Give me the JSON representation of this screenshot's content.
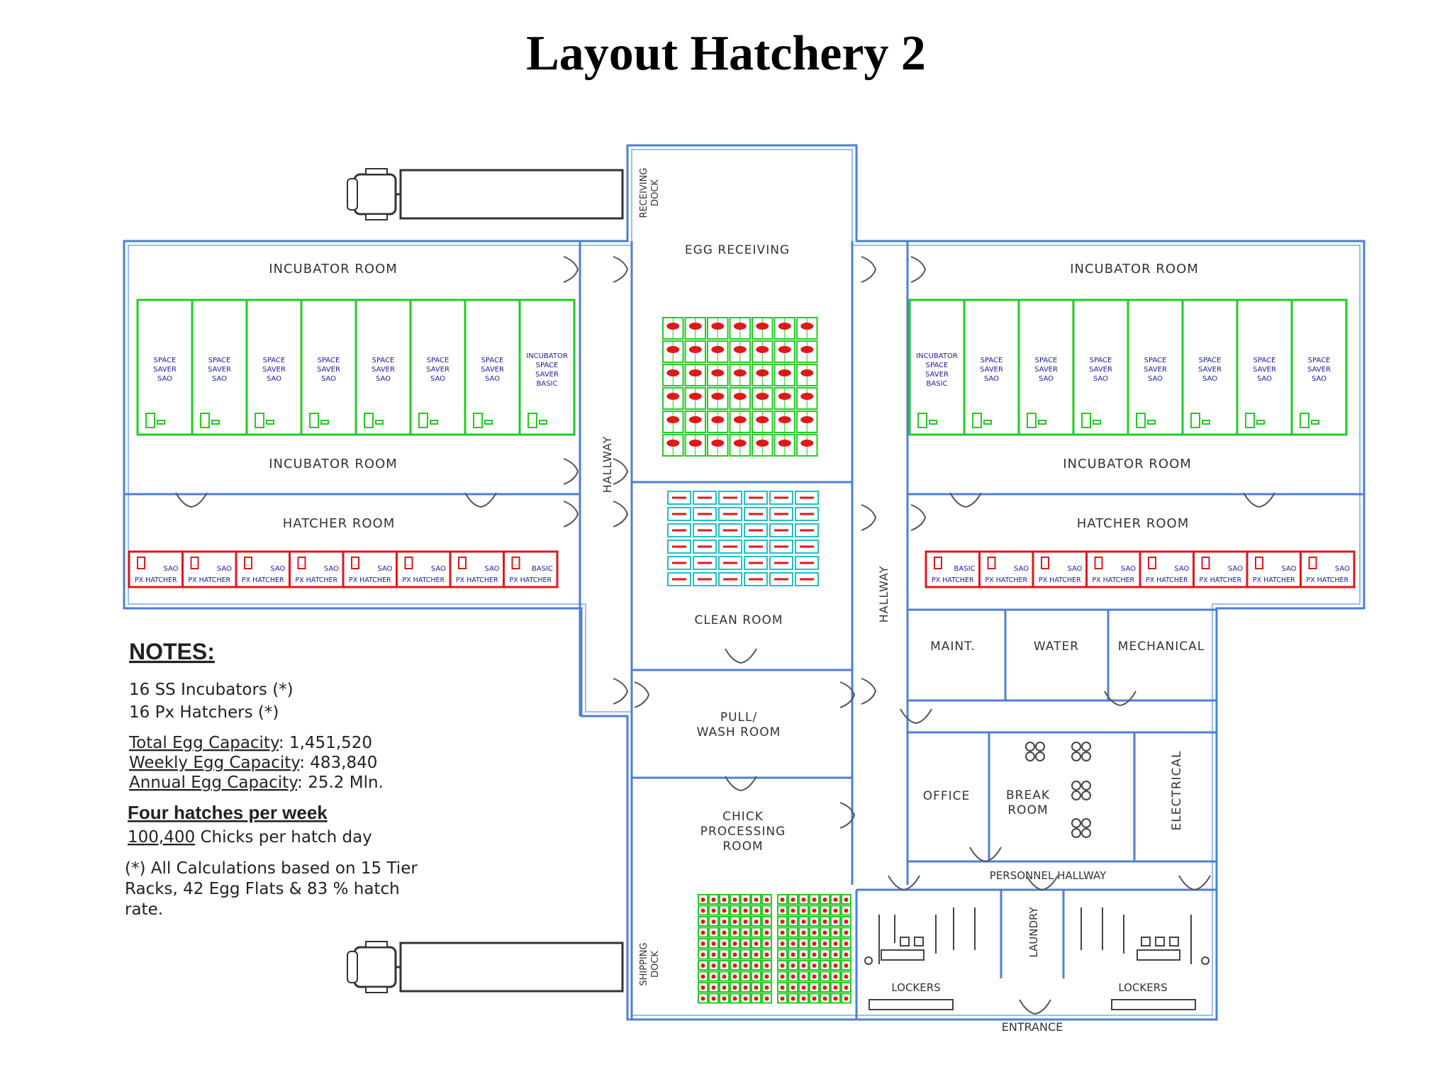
{
  "title": "Layout  Hatchery 2",
  "rooms": {
    "incubator_room": "INCUBATOR  ROOM",
    "hatcher_room": "HATCHER  ROOM",
    "egg_receiving": "EGG  RECEIVING",
    "receiving_dock": [
      "RECEIVING",
      "DOCK"
    ],
    "hallway": "HALLWAY",
    "clean_room": "CLEAN  ROOM",
    "pull_wash_room": [
      "PULL/",
      "WASH  ROOM"
    ],
    "chick_processing_room": [
      "CHICK",
      "PROCESSING",
      "ROOM"
    ],
    "shipping_dock": [
      "SHIPPING",
      "DOCK"
    ],
    "maint": "MAINT.",
    "water": "WATER",
    "mechanical": "MECHANICAL",
    "office": "OFFICE",
    "break_room": [
      "BREAK",
      "ROOM"
    ],
    "electrical": "ELECTRICAL",
    "personnel_hallway": "PERSONNEL  HALLWAY",
    "laundry": "LAUNDRY",
    "lockers": "LOCKERS",
    "entrance": "ENTRANCE"
  },
  "incubators_left": [
    [
      "SPACE",
      "SAVER",
      "SAO"
    ],
    [
      "SPACE",
      "SAVER",
      "SAO"
    ],
    [
      "SPACE",
      "SAVER",
      "SAO"
    ],
    [
      "SPACE",
      "SAVER",
      "SAO"
    ],
    [
      "SPACE",
      "SAVER",
      "SAO"
    ],
    [
      "SPACE",
      "SAVER",
      "SAO"
    ],
    [
      "SPACE",
      "SAVER",
      "SAO"
    ],
    [
      "INCUBATOR",
      "SPACE",
      "SAVER",
      "BASIC"
    ]
  ],
  "incubators_right": [
    [
      "INCUBATOR",
      "SPACE",
      "SAVER",
      "BASIC"
    ],
    [
      "SPACE",
      "SAVER",
      "SAO"
    ],
    [
      "SPACE",
      "SAVER",
      "SAO"
    ],
    [
      "SPACE",
      "SAVER",
      "SAO"
    ],
    [
      "SPACE",
      "SAVER",
      "SAO"
    ],
    [
      "SPACE",
      "SAVER",
      "SAO"
    ],
    [
      "SPACE",
      "SAVER",
      "SAO"
    ],
    [
      "SPACE",
      "SAVER",
      "SAO"
    ]
  ],
  "hatchers_left": [
    {
      "tag": "SAO",
      "label": "PX HATCHER"
    },
    {
      "tag": "SAO",
      "label": "PX HATCHER"
    },
    {
      "tag": "SAO",
      "label": "PX HATCHER"
    },
    {
      "tag": "SAO",
      "label": "PX HATCHER"
    },
    {
      "tag": "SAO",
      "label": "PX HATCHER"
    },
    {
      "tag": "SAO",
      "label": "PX HATCHER"
    },
    {
      "tag": "SAO",
      "label": "PX HATCHER"
    },
    {
      "tag": "BASIC",
      "label": "PX HATCHER"
    }
  ],
  "hatchers_right": [
    {
      "tag": "BASIC",
      "label": "PX HATCHER"
    },
    {
      "tag": "SAO",
      "label": "PX HATCHER"
    },
    {
      "tag": "SAO",
      "label": "PX HATCHER"
    },
    {
      "tag": "SAO",
      "label": "PX HATCHER"
    },
    {
      "tag": "SAO",
      "label": "PX HATCHER"
    },
    {
      "tag": "SAO",
      "label": "PX HATCHER"
    },
    {
      "tag": "SAO",
      "label": "PX HATCHER"
    },
    {
      "tag": "SAO",
      "label": "PX HATCHER"
    }
  ],
  "notes": {
    "heading": "NOTES:",
    "incubators": "16  SS  Incubators  (*)",
    "hatchers": "16  Px  Hatchers  (*)",
    "total_label": "Total  Egg  Capacity",
    "total_value": ":  1,451,520",
    "weekly_label": "Weekly  Egg  Capacity",
    "weekly_value": ":  483,840",
    "annual_label": "Annual  Egg  Capacity",
    "annual_value": ":  25.2  Mln.",
    "hatches": "Four hatches per week",
    "chicks_number": "100,400",
    "chicks_text": "Chicks  per  hatch  day",
    "footnote": [
      "(*)  All  Calculations  based  on  15  Tier",
      "Racks,  42  Egg  Flats  &  83  %  hatch",
      "rate."
    ]
  },
  "colors": {
    "wall": "#4d7fd6",
    "incubator": "#22cc22",
    "hatcher": "#e01818",
    "unit_text": "#1a1aa6",
    "clean_rack": "#20c0c8",
    "egg": "#e01818"
  }
}
